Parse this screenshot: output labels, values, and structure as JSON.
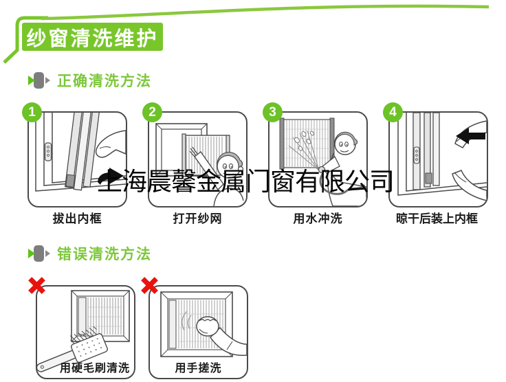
{
  "title_banner": "纱窗清洗维护",
  "sections": {
    "correct": {
      "label": "正确清洗方法"
    },
    "wrong": {
      "label": "错误清洗方法"
    }
  },
  "steps": [
    {
      "number": "1",
      "caption": "拔出内框",
      "illustration": "pull-out-inner-frame"
    },
    {
      "number": "2",
      "caption": "打开纱网",
      "illustration": "open-screen-mesh"
    },
    {
      "number": "3",
      "caption": "用水冲洗",
      "illustration": "rinse-with-water"
    },
    {
      "number": "4",
      "caption": "晾干后装上内框",
      "illustration": "reinstall-frame-after-drying"
    }
  ],
  "wrong_methods": [
    {
      "caption": "用硬毛刷清洗",
      "illustration": "hard-bristle-brush"
    },
    {
      "caption": "用手搓洗",
      "illustration": "hand-scrubbing"
    }
  ],
  "watermark": "上海晨馨金属门窗有限公司",
  "icons": {
    "bullet": "green-gray-arrow-bullet-icon",
    "wrong_marker": "red-cross-icon",
    "step1_arrow": "arrow-right-icon",
    "step4_arrow": "arrow-left-icon"
  },
  "colors": {
    "banner_green": "#79c62b",
    "badge_green": "#6cc226",
    "section_text_green": "#7cc73a",
    "swoosh_green": "#8bc83e",
    "cross_red": "#e8130e",
    "caption_black": "#1a1a1a"
  }
}
